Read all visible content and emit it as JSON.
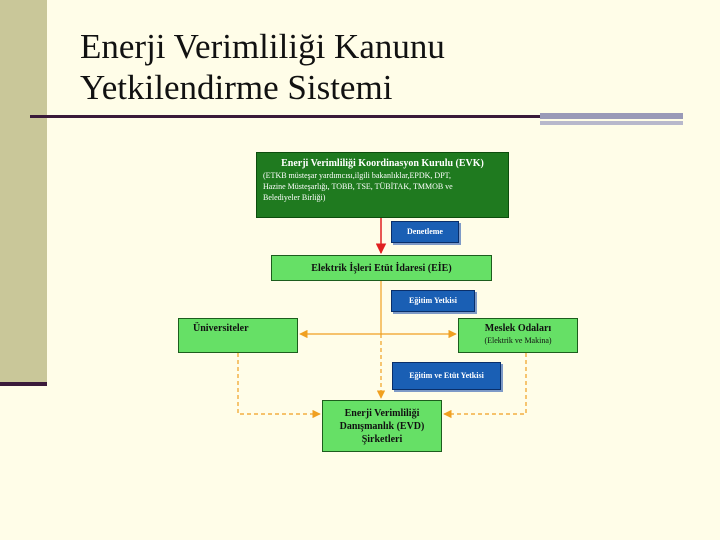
{
  "slide": {
    "title_line1": "Enerji Verimliliği Kanunu",
    "title_line2": "Yetkilendirme Sistemi"
  },
  "diagram": {
    "evk": {
      "title": "Enerji Verimliliği Koordinasyon Kurulu (EVK)",
      "members_line1": "(ETKB müsteşar yardımcısı,ilgili bakanlıklar,EPDK, DPT,",
      "members_line2": "Hazine Müsteşarlığı, TOBB, TSE, TÜBİTAK, TMMOB ve",
      "members_line3": "Belediyeler Birliği)"
    },
    "denetleme": "Denetleme",
    "eie": "Elektrik İşleri Etüt İdaresi (EİE)",
    "egitim_yetkisi": "Eğitim Yetkisi",
    "universiteler": "Üniversiteler",
    "meslek_odalari": {
      "title": "Meslek Odaları",
      "sub": "(Elektrik ve Makina)"
    },
    "egitim_etut_yetkisi": "Eğitim ve Etüt Yetkisi",
    "evd": {
      "line1": "Enerji Verimliliği",
      "line2": "Danışmanlık (EVD)",
      "line3": "Şirketleri"
    },
    "colors": {
      "evk_fill": "#1f7a1f",
      "node_fill": "#66e066",
      "label_fill": "#1a5fb4",
      "solid_arrow": "#e02020",
      "dashed_arrow": "#f0a020"
    }
  }
}
